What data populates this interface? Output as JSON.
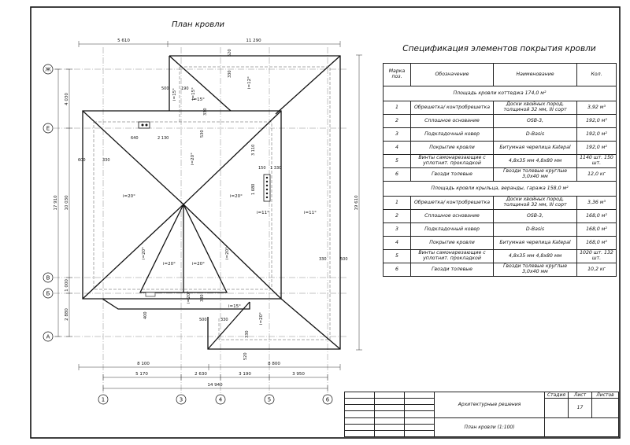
{
  "plan": {
    "title": "План кровли",
    "axes_letters": [
      "Ж",
      "Е",
      "В",
      "Б",
      "А"
    ],
    "axes_numbers": [
      "1",
      "3",
      "4",
      "5",
      "6"
    ],
    "dims_top": [
      "5 610",
      "11 290"
    ],
    "dims_bottom_1": [
      "8 100",
      "8 800"
    ],
    "dims_bottom_2": [
      "5 170",
      "2 630",
      "3 190",
      "3 950"
    ],
    "dims_bottom_total": "14 940",
    "dims_left_outer": "17 910",
    "dims_left_inner": [
      "4 030",
      "10 030",
      "1 000",
      "2 880"
    ],
    "dims_right": "19 610",
    "labels": {
      "d640": "640",
      "d2130": "2 130",
      "d600": "600",
      "d330a": "330",
      "d500a": "500",
      "d190": "190",
      "d3110": "3 110",
      "d150": "150",
      "d1330": "1 330",
      "d1680": "1 680",
      "d330r": "330",
      "d500r": "500",
      "d400": "400",
      "d500b": "500",
      "d330b": "330",
      "d520": "520",
      "d330t": "330",
      "d520t": "520",
      "d530": "530",
      "d330c": "330",
      "d330d": "330",
      "d380": "380"
    },
    "slopes": {
      "s1": "i=20°",
      "s2": "i=20°",
      "s3": "i=20°",
      "s4": "i=20°",
      "s5": "i=20°",
      "s6": "i=20°",
      "s7": "i=20°",
      "s8": "i=20°",
      "s9": "i=15°",
      "s10": "i=15°",
      "s11": "i=11°",
      "s12": "i=11°",
      "s13": "i=20°",
      "s14": "i=12°",
      "s15": "i=15°",
      "s16": "i=15°"
    }
  },
  "spec": {
    "title": "Спецификация элементов покрытия кровли",
    "headers": [
      "Марка поз.",
      "Обозначение",
      "Наименование",
      "Кол."
    ],
    "sections": [
      {
        "title": "Площадь кровли коттеджа 174,0 м²",
        "rows": [
          {
            "pos": "1",
            "name": "Обрешетка/ контробрешетка",
            "desc": "Доски хвойных пород, толщиной 32 мм, III сорт",
            "qty": "3,92 м³"
          },
          {
            "pos": "2",
            "name": "Сплошное основание",
            "desc": "OSB-3,",
            "qty": "192,0 м²"
          },
          {
            "pos": "3",
            "name": "Подкладочный ковер",
            "desc": "D-Basis",
            "qty": "192,0 м²"
          },
          {
            "pos": "4",
            "name": "Покрытие кровли",
            "desc": "Битумная черепица Katepal",
            "qty": "192,0 м²"
          },
          {
            "pos": "5",
            "name": "Винты самонарезающие с уплотнит. прокладкой",
            "desc": "4,8х35 мм 4,8х80 мм",
            "qty": "1140 шт. 150 шт."
          },
          {
            "pos": "6",
            "name": "Гвозди толевые",
            "desc": "Гвозди толевые круглые 3,0х40 мм",
            "qty": "12,0 кг"
          }
        ]
      },
      {
        "title": "Площадь кровли крыльца, веранды, гаража 158,0 м²",
        "rows": [
          {
            "pos": "1",
            "name": "Обрешетка/ контробрешетка",
            "desc": "Доски хвойных пород, толщиной 32 мм, III сорт",
            "qty": "3,36 м³"
          },
          {
            "pos": "2",
            "name": "Сплошное основание",
            "desc": "OSB-3,",
            "qty": "168,0 м²"
          },
          {
            "pos": "3",
            "name": "Подкладочный ковер",
            "desc": "D-Basis",
            "qty": "168,0 м²"
          },
          {
            "pos": "4",
            "name": "Покрытие кровли",
            "desc": "Битумная черепица Katepal",
            "qty": "168,0 м²"
          },
          {
            "pos": "5",
            "name": "Винты самонарезающие с уплотнит. прокладкой",
            "desc": "4,8х35 мм 4,8х80 мм",
            "qty": "1020 шт. 132 шт."
          },
          {
            "pos": "6",
            "name": "Гвозди толевые",
            "desc": "Гвозди толевые круглые 3,0х40 мм",
            "qty": "10,2 кг"
          }
        ]
      }
    ]
  },
  "stamp": {
    "stage_label": "Стадия",
    "sheet_label": "Лист",
    "sheets_label": "Листов",
    "sheet_no": "17",
    "section": "Архитектурные решения",
    "drawing": "План кровли (1:100)"
  }
}
